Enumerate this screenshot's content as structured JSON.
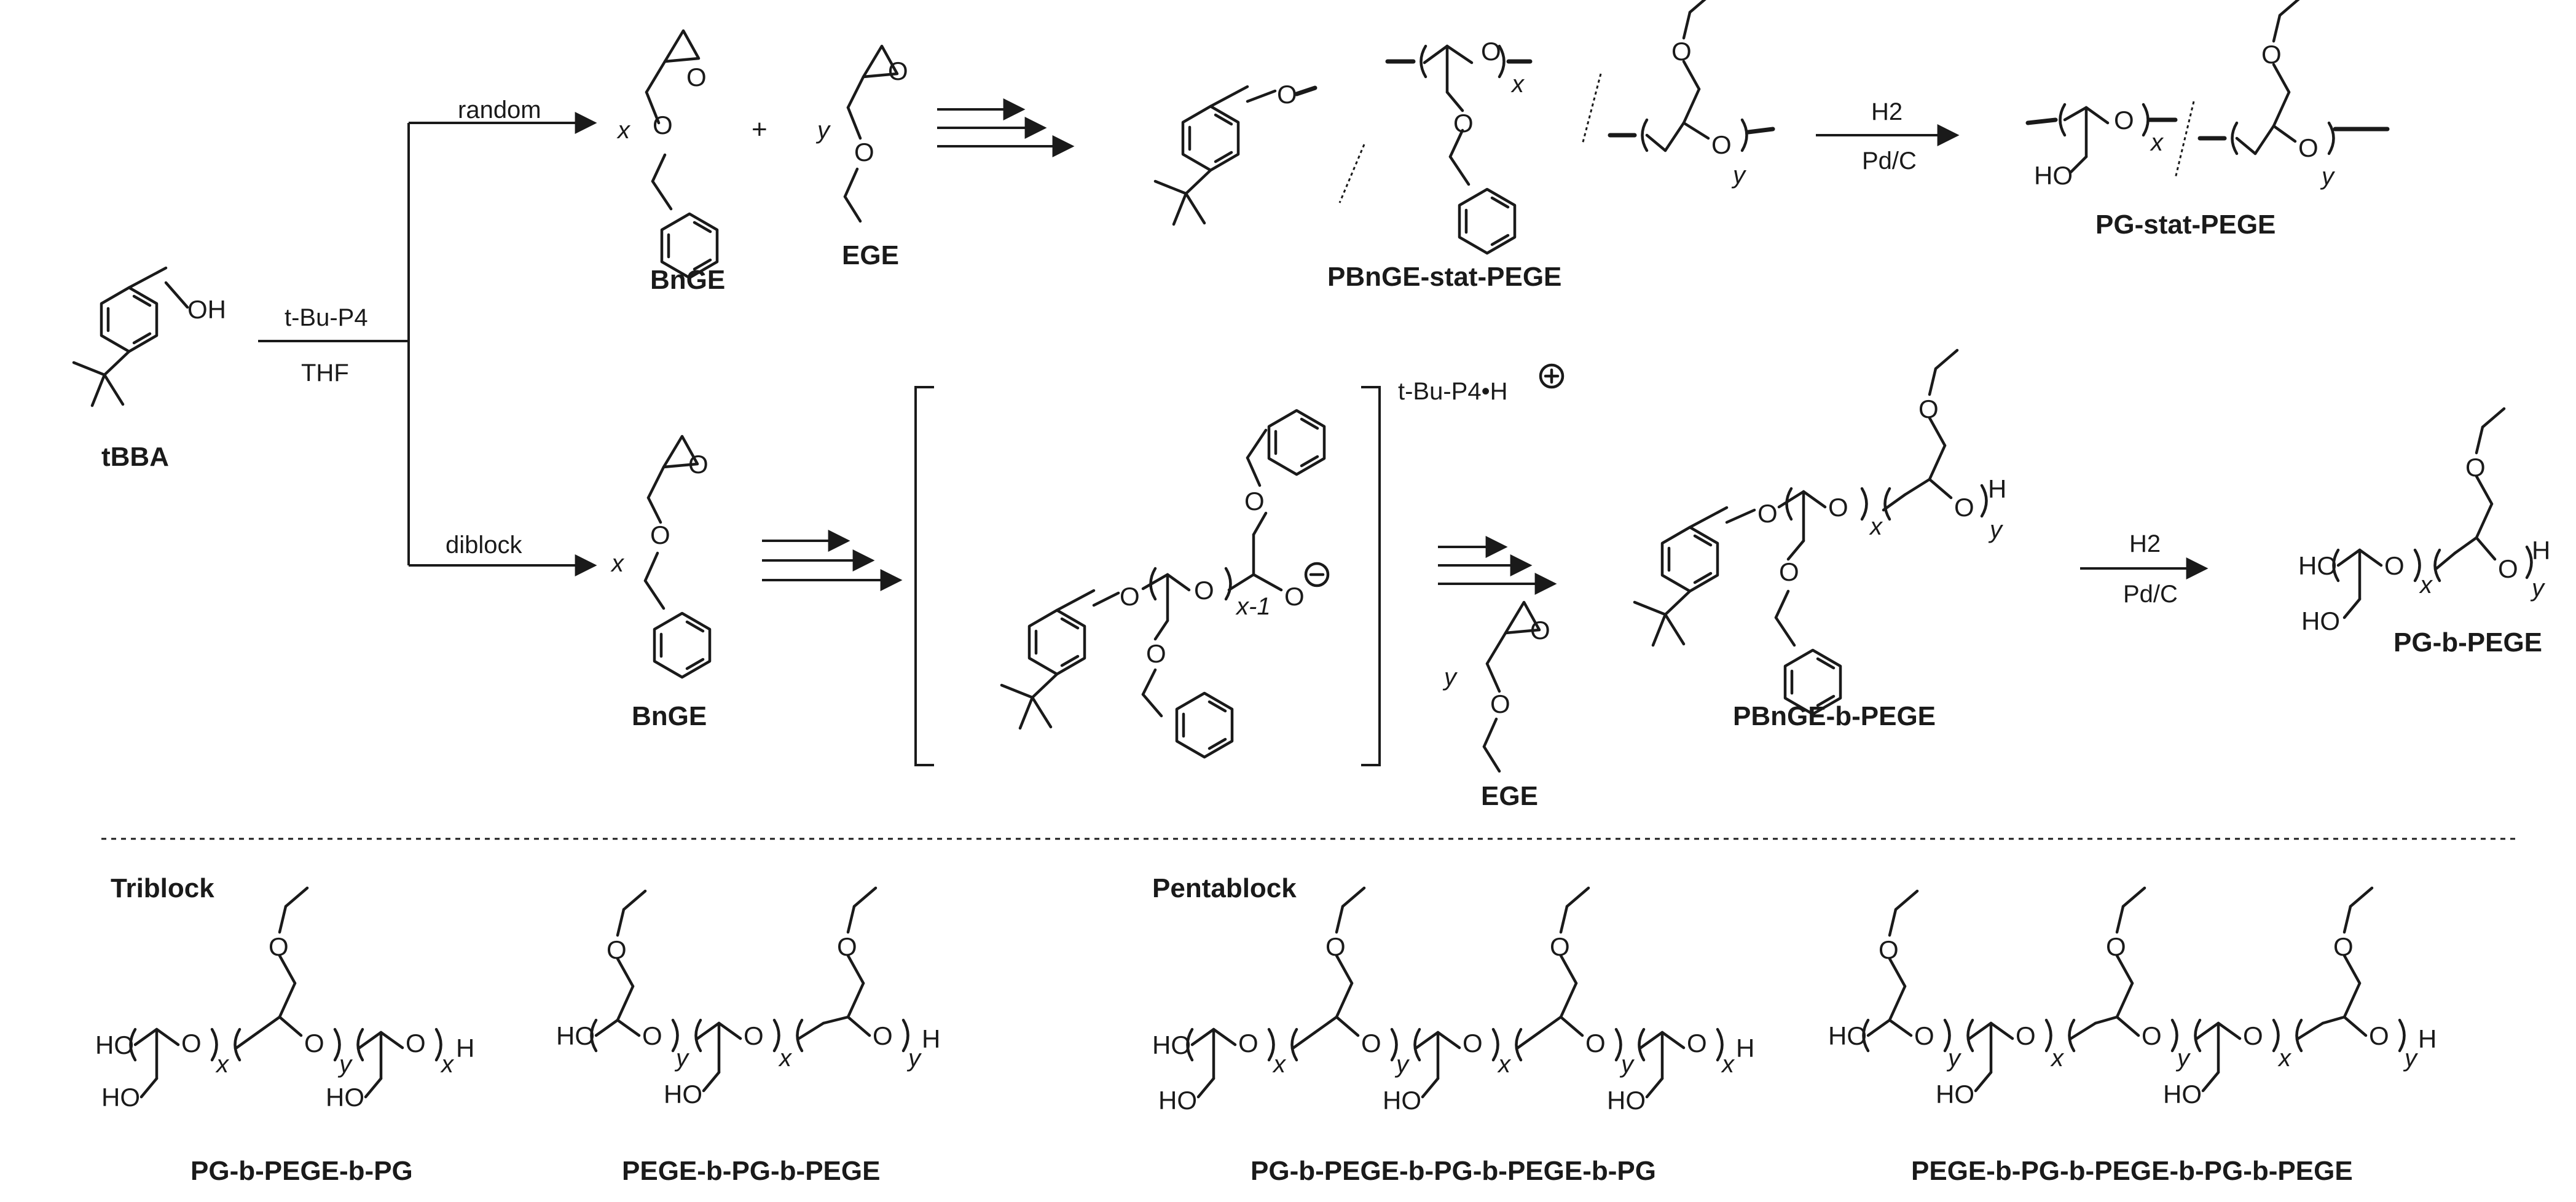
{
  "reagents": {
    "catalyst": "t-Bu-P4",
    "solvent": "THF",
    "counterion": "t-Bu-P4•H",
    "hydrogen": "H2",
    "pd_catalyst": "Pd/C"
  },
  "routes": {
    "random": "random",
    "diblock": "diblock"
  },
  "compounds": {
    "initiator": "tBBA",
    "bnge": "BnGE",
    "ege": "EGE",
    "pbnge_stat_pege": "PBnGE-stat-PEGE",
    "pg_stat_pege": "PG-stat-PEGE",
    "pbnge_b_pege": "PBnGE-b-PEGE",
    "pg_b_pege": "PG-b-PEGE"
  },
  "coefficients": {
    "x": "x",
    "y": "y",
    "plus": "+",
    "x_minus_1": "x-1"
  },
  "sections": {
    "triblock": "Triblock",
    "pentablock": "Pentablock"
  },
  "block_copolymers": {
    "tri_1": "PG-b-PEGE-b-PG",
    "tri_2": "PEGE-b-PG-b-PEGE",
    "penta_1": "PG-b-PEGE-b-PG-b-PEGE-b-PG",
    "penta_2": "PEGE-b-PG-b-PEGE-b-PG-b-PEGE"
  },
  "atoms": {
    "oh": "OH",
    "ho": "HO",
    "o": "O",
    "h": "H"
  }
}
